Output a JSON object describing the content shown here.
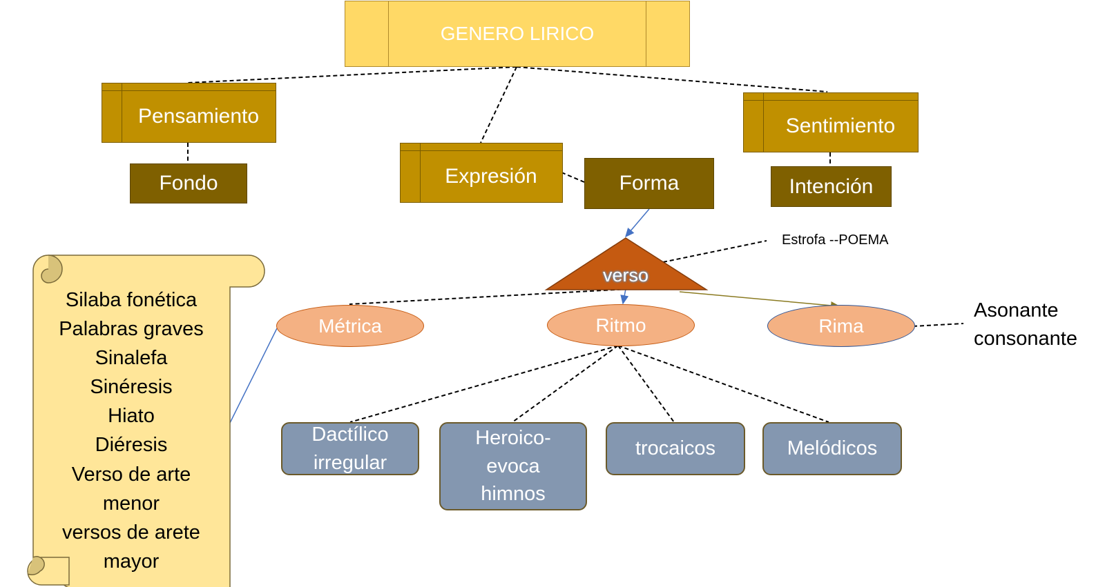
{
  "title": "GENERO LIRICO",
  "branches": {
    "pensamiento": "Pensamiento",
    "expresion": "Expresión",
    "sentimiento": "Sentimiento"
  },
  "leaves": {
    "fondo": "Fondo",
    "forma": "Forma",
    "intencion": "Intención"
  },
  "verso": "verso",
  "estrofa": "Estrofa --POEMA",
  "elements": {
    "metrica": "Métrica",
    "ritmo": "Ritmo",
    "rima": "Rima"
  },
  "rima_types": [
    "Asonante",
    "consonante"
  ],
  "ritmo_types": [
    [
      "Dactílico",
      "irregular"
    ],
    [
      "Heroico-",
      "evoca",
      "himnos"
    ],
    [
      "trocaicos"
    ],
    [
      "Melódicos"
    ]
  ],
  "scroll_items": [
    "Silaba fonética",
    "Palabras graves",
    "Sinalefa",
    "Sinéresis",
    "Hiato",
    "Diéresis",
    "Verso de arte",
    "menor",
    "versos de arete",
    "mayor"
  ],
  "colors": {
    "title_fill": "#ffd966",
    "branch_fill": "#c09000",
    "leaf_fill": "#7f6000",
    "triangle_fill": "#c55a11",
    "ellipse_fill": "#f4b183",
    "ritmo_box_fill": "#8497b0",
    "scroll_fill": "#ffe699"
  }
}
